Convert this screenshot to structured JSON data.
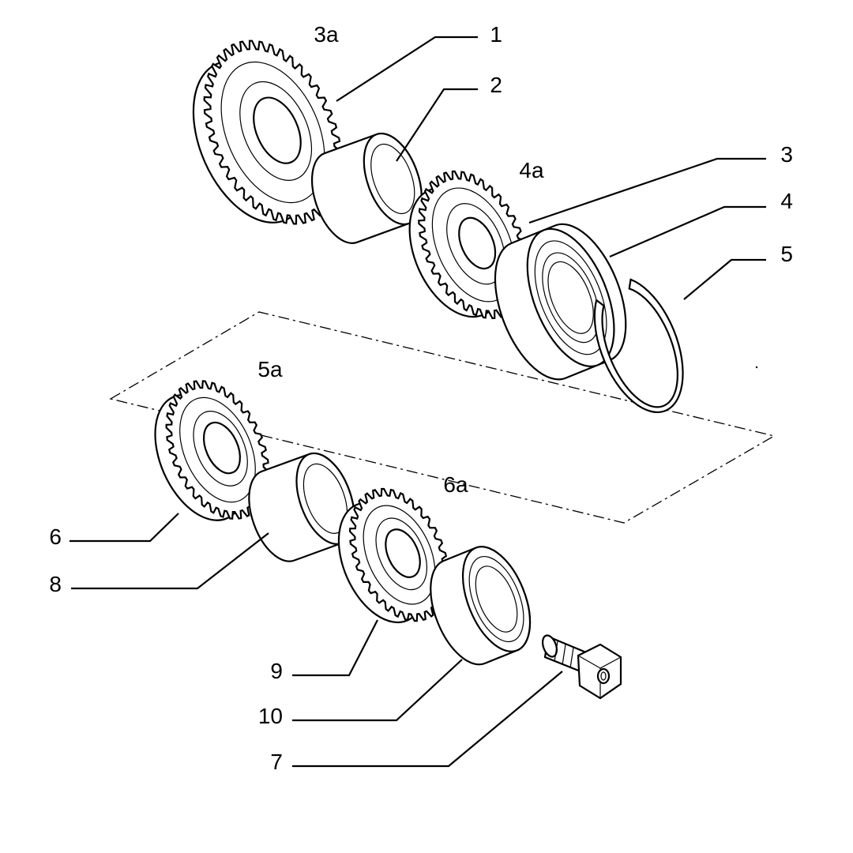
{
  "diagram": {
    "callouts": [
      {
        "id": "1",
        "label": "1"
      },
      {
        "id": "2",
        "label": "2"
      },
      {
        "id": "3",
        "label": "3"
      },
      {
        "id": "4",
        "label": "4"
      },
      {
        "id": "5",
        "label": "5"
      },
      {
        "id": "6",
        "label": "6"
      },
      {
        "id": "7",
        "label": "7"
      },
      {
        "id": "8",
        "label": "8"
      },
      {
        "id": "9",
        "label": "9"
      },
      {
        "id": "10",
        "label": "10"
      }
    ],
    "group_labels": [
      {
        "id": "3a",
        "label": "3a"
      },
      {
        "id": "4a",
        "label": "4a"
      },
      {
        "id": "5a",
        "label": "5a"
      },
      {
        "id": "6a",
        "label": "6a"
      }
    ]
  }
}
